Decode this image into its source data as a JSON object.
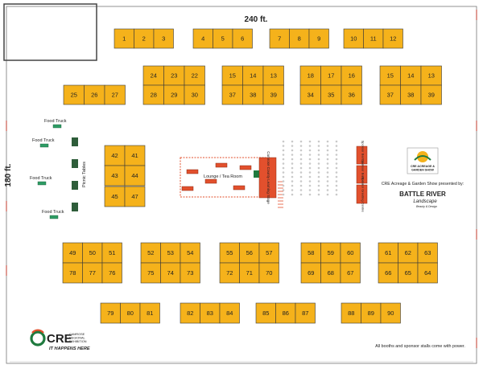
{
  "dimensions": {
    "width_label": "240 ft.",
    "height_label": "180 ft."
  },
  "booths_row1": [
    "1",
    "2",
    "3",
    "4",
    "5",
    "6",
    "7",
    "8",
    "9",
    "10",
    "11",
    "12"
  ],
  "booths_row2_top": [
    "24",
    "23",
    "22",
    "15",
    "14",
    "13",
    "18",
    "17",
    "16",
    "15",
    "14",
    "13"
  ],
  "booths_row2_bottom": [
    "25",
    "26",
    "27",
    "28",
    "29",
    "30",
    "37",
    "38",
    "39",
    "34",
    "35",
    "36",
    "37",
    "38",
    "39"
  ],
  "booths_center_left": [
    "42",
    "41",
    "43",
    "44",
    "45",
    "47"
  ],
  "booths_row3_top": [
    "49",
    "50",
    "51",
    "52",
    "53",
    "54",
    "55",
    "56",
    "57",
    "58",
    "59",
    "60",
    "61",
    "62",
    "63"
  ],
  "booths_row3_bottom": [
    "78",
    "77",
    "76",
    "75",
    "74",
    "73",
    "72",
    "71",
    "70",
    "69",
    "68",
    "67",
    "66",
    "65",
    "64"
  ],
  "booths_row4": [
    "79",
    "80",
    "81",
    "82",
    "83",
    "84",
    "85",
    "86",
    "87",
    "88",
    "89",
    "90"
  ],
  "food_trucks": [
    "Food Truck",
    "Food Truck",
    "Food Truck",
    "Food Truck"
  ],
  "picnic_label": "Picnic Tables",
  "lounge_label": "Lounge / Tea Room",
  "stage_label": "Camrose County Learning Stage",
  "side_rooms": [
    "Sponsor Bar/Lounge",
    "Sponsor Bar/Lounge",
    "Sponsor Greeting Centre"
  ],
  "sponsor_caption": "CRE Acreage & Garden Show presented by:",
  "sponsor_name": "BATTLE RIVER",
  "sponsor_sub": "Landscape",
  "sponsor_tagline": "Beauty & Design",
  "badge_lines": [
    "CRE ACREAGE &",
    "GARDEN SHOW"
  ],
  "logo": {
    "mark": "CRE",
    "line1": "CAMROSE",
    "line2": "REGIONAL",
    "line3": "EXHIBITION",
    "slogan": "IT HAPPENS HERE"
  },
  "footnote": "All booths and sponsor stalls come with power.",
  "colors": {
    "booth": "#f5b21b",
    "accent": "#e2502d",
    "green": "#1f7a3e"
  }
}
